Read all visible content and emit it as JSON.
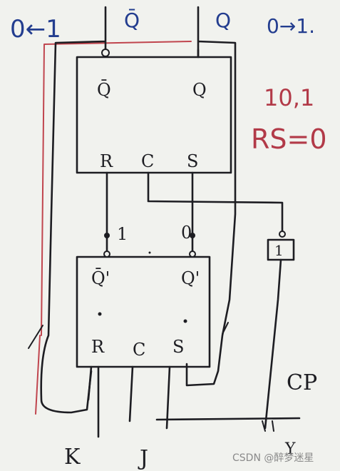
{
  "annotations": {
    "left_transition": "0←1",
    "right_transition": "0→1.",
    "state": "10,1",
    "condition": "RS=0"
  },
  "master_latch": {
    "qbar_label": "Q̄",
    "q_label": "Q",
    "r_label": "R",
    "c_label": "C",
    "s_label": "S"
  },
  "slave_latch": {
    "qbar_label": "Q̄'",
    "q_label": "Q'",
    "r_label": "R",
    "c_label": "C",
    "s_label": "S"
  },
  "outputs": {
    "top_qbar": "Q̄",
    "top_q": "Q"
  },
  "wire_values": {
    "left": "1",
    "right": "0"
  },
  "inverter": {
    "label": "1"
  },
  "inputs": {
    "k": "K",
    "j": "J",
    "cp": "CP",
    "y": "Y"
  },
  "watermark": "CSDN @醉梦迷星"
}
